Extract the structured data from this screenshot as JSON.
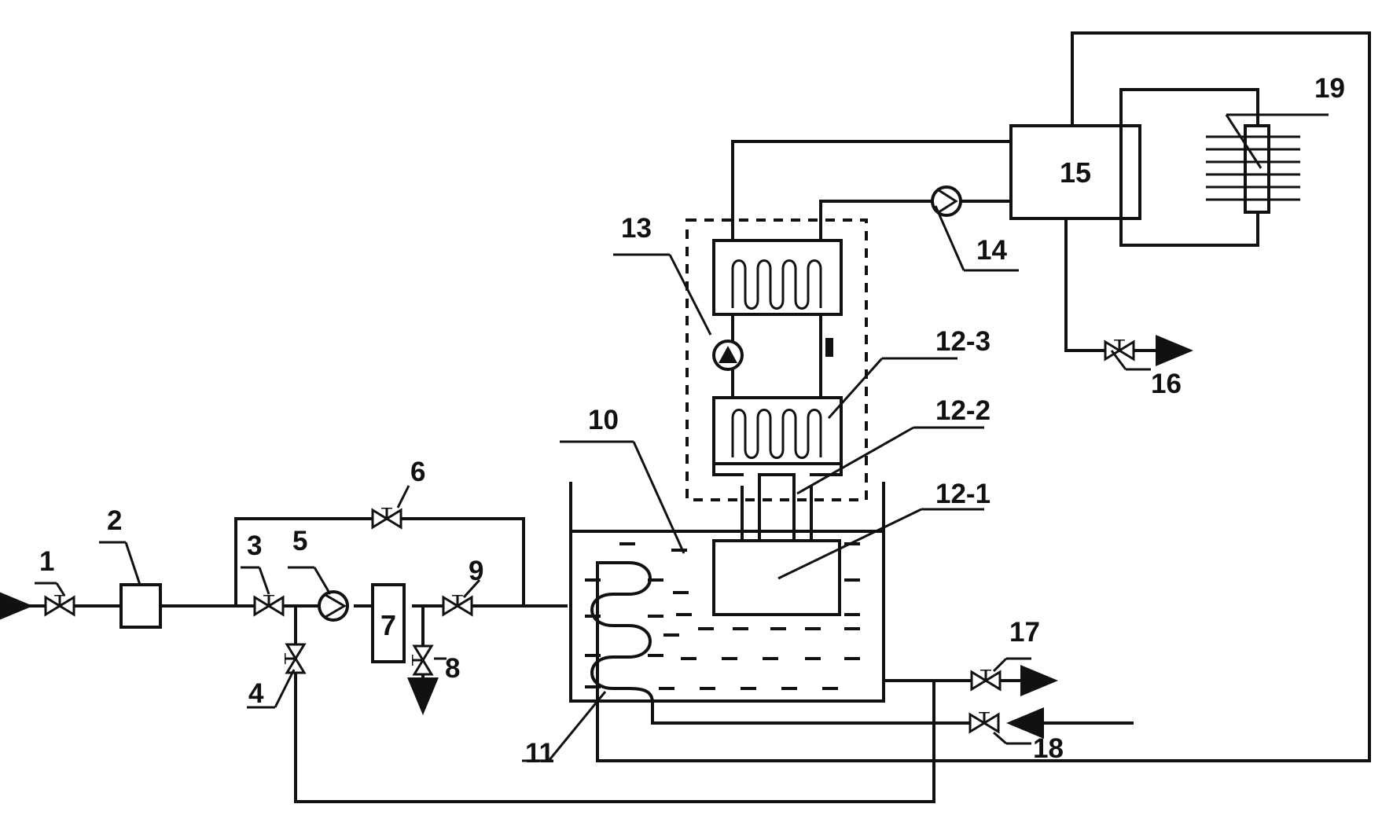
{
  "labels": {
    "n1": "1",
    "n2": "2",
    "n3": "3",
    "n4": "4",
    "n5": "5",
    "n6": "6",
    "n7": "7",
    "n8": "8",
    "n9": "9",
    "n10": "10",
    "n11": "11",
    "n12_1": "12-1",
    "n12_2": "12-2",
    "n12_3": "12-3",
    "n13": "13",
    "n14": "14",
    "n15": "15",
    "n16": "16",
    "n17": "17",
    "n18": "18",
    "n19": "19"
  },
  "colors": {
    "line": "#111111",
    "background": "#ffffff"
  },
  "icons": {
    "valve": "gate-valve-icon",
    "pump": "pump-icon",
    "coil": "heat-exchanger-coil-icon",
    "arrow": "flow-arrow-icon",
    "radiator": "radiator-icon"
  }
}
